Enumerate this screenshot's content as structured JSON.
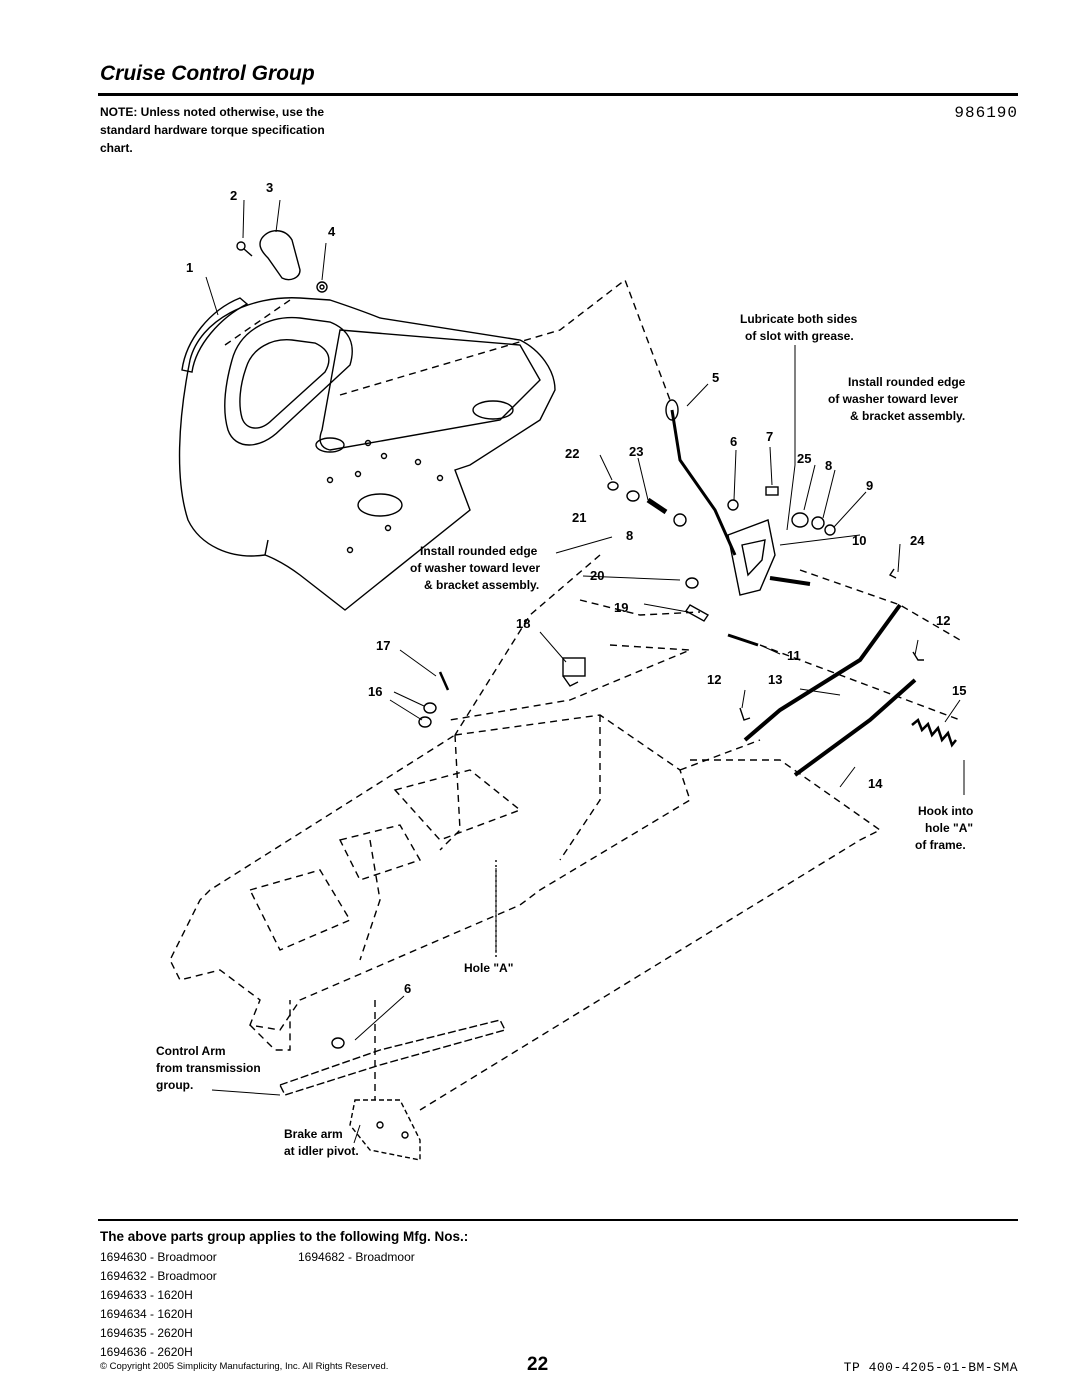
{
  "header": {
    "title": "Cruise Control Group",
    "part_number": "986190",
    "note": "NOTE: Unless noted otherwise, use the standard hardware torque specification chart."
  },
  "diagram": {
    "callouts": {
      "lubricate": [
        "Lubricate both sides",
        "of slot with grease."
      ],
      "install_right": [
        "Install rounded edge",
        "of washer toward lever",
        "& bracket assembly."
      ],
      "install_left": [
        "Install rounded edge",
        "of washer toward lever",
        "& bracket assembly."
      ],
      "hook": [
        "Hook into",
        "hole \"A\"",
        "of frame."
      ],
      "hole_a": "Hole \"A\"",
      "control_arm": [
        "Control Arm",
        "from transmission",
        "group."
      ],
      "brake_arm": [
        "Brake arm",
        "at idler pivot."
      ]
    },
    "part_labels": [
      "1",
      "2",
      "3",
      "4",
      "5",
      "6",
      "7",
      "8",
      "9",
      "10",
      "11",
      "12",
      "13",
      "14",
      "15",
      "16",
      "17",
      "18",
      "19",
      "20",
      "21",
      "22",
      "23",
      "24",
      "25",
      "8",
      "12",
      "6"
    ]
  },
  "applies": {
    "heading": "The above parts group applies to the following Mfg. Nos.:",
    "col1": [
      "1694630 - Broadmoor",
      "1694632 - Broadmoor",
      "1694633 - 1620H",
      "1694634 - 1620H",
      "1694635 - 2620H",
      "1694636 - 2620H"
    ],
    "col2": [
      "1694682 - Broadmoor"
    ]
  },
  "footer": {
    "copyright": "© Copyright 2005 Simplicity Manufacturing, Inc. All Rights Reserved.",
    "page": "22",
    "doc_ref": "TP 400-4205-01-BM-SMA"
  }
}
